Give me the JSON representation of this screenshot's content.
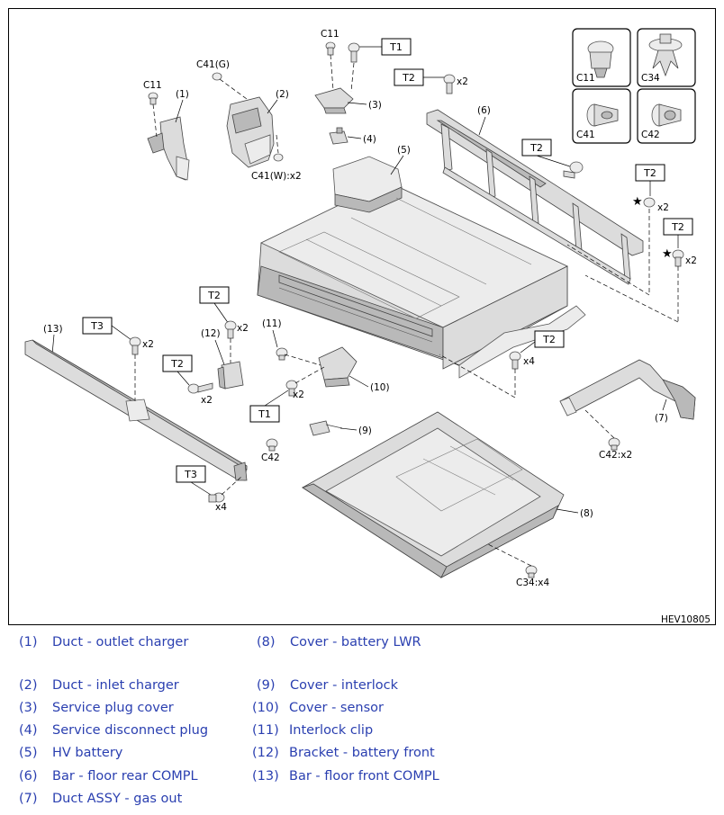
{
  "diagram_code": "HEV10805",
  "callouts": {
    "c1": "(1)",
    "c2": "(2)",
    "c3": "(3)",
    "c4": "(4)",
    "c5": "(5)",
    "c6": "(6)",
    "c7": "(7)",
    "c8": "(8)",
    "c9": "(9)",
    "c10": "(10)",
    "c11": "(11)",
    "c12": "(12)",
    "c13": "(13)"
  },
  "fastener_labels": {
    "c11_a": "C11",
    "c11_b": "C11",
    "c41g": "C41(G)",
    "c41w": "C41(W):x2",
    "c42_a": "C42",
    "c42x2": "C42:x2",
    "c34x4": "C34:x4",
    "x2_t1top": "x2",
    "x2_t2r1": "x2",
    "x2_t2r2": "x2",
    "x2_t2mid": "x2",
    "x2_t3": "x2",
    "x2_t2bl": "x2",
    "x2_t1low": "x2",
    "x4_t2": "x4",
    "x4_t3": "x4"
  },
  "torque_labels": {
    "t1_top": "T1",
    "t2_top": "T2",
    "t2_r0": "T2",
    "t2_r1": "T2",
    "t2_r2": "T2",
    "t2_mid": "T2",
    "t3_left": "T3",
    "t2_bl": "T2",
    "t1_low": "T1",
    "t2_c": "T2",
    "t3_low": "T3"
  },
  "clip_boxes": [
    {
      "code": "C11"
    },
    {
      "code": "C34"
    },
    {
      "code": "C41"
    },
    {
      "code": "C42"
    }
  ],
  "legend": [
    {
      "num": "(1)",
      "text": "Duct - outlet charger"
    },
    {
      "num": "(2)",
      "text": "Duct - inlet charger"
    },
    {
      "num": "(3)",
      "text": "Service plug cover"
    },
    {
      "num": "(4)",
      "text": "Service disconnect plug"
    },
    {
      "num": "(5)",
      "text": "HV battery"
    },
    {
      "num": "(6)",
      "text": "Bar - floor rear COMPL"
    },
    {
      "num": "(7)",
      "text": "Duct ASSY - gas out"
    },
    {
      "num": "(8)",
      "text": "Cover - battery LWR"
    },
    {
      "num": "(9)",
      "text": "Cover - interlock"
    },
    {
      "num": "(10)",
      "text": "Cover - sensor"
    },
    {
      "num": "(11)",
      "text": "Interlock clip"
    },
    {
      "num": "(12)",
      "text": "Bracket - battery front"
    },
    {
      "num": "(13)",
      "text": "Bar - floor front COMPL"
    }
  ],
  "colors": {
    "legend_text": "#2a3fb0",
    "part_fill": "#dcdcdc",
    "outline": "#000000"
  }
}
